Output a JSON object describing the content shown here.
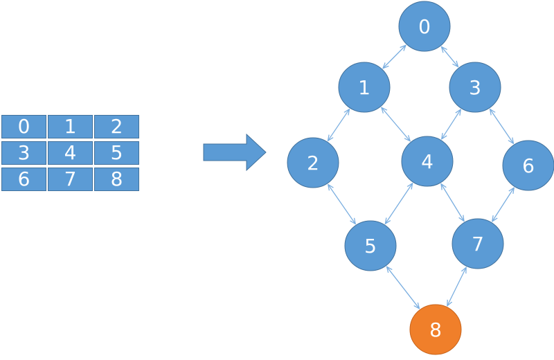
{
  "grid": {
    "cells": [
      "0",
      "1",
      "2",
      "3",
      "4",
      "5",
      "6",
      "7",
      "8"
    ]
  },
  "graph": {
    "nodes": [
      {
        "id": "0",
        "label": "0",
        "color": "#5b9bd5"
      },
      {
        "id": "1",
        "label": "1",
        "color": "#5b9bd5"
      },
      {
        "id": "2",
        "label": "2",
        "color": "#5b9bd5"
      },
      {
        "id": "3",
        "label": "3",
        "color": "#5b9bd5"
      },
      {
        "id": "4",
        "label": "4",
        "color": "#5b9bd5"
      },
      {
        "id": "5",
        "label": "5",
        "color": "#5b9bd5"
      },
      {
        "id": "6",
        "label": "6",
        "color": "#5b9bd5"
      },
      {
        "id": "7",
        "label": "7",
        "color": "#5b9bd5"
      },
      {
        "id": "8",
        "label": "8",
        "color": "#f07f2a"
      }
    ],
    "edges": [
      [
        "0",
        "1"
      ],
      [
        "0",
        "3"
      ],
      [
        "1",
        "2"
      ],
      [
        "1",
        "4"
      ],
      [
        "3",
        "4"
      ],
      [
        "3",
        "6"
      ],
      [
        "2",
        "5"
      ],
      [
        "4",
        "5"
      ],
      [
        "4",
        "7"
      ],
      [
        "6",
        "7"
      ],
      [
        "5",
        "8"
      ],
      [
        "7",
        "8"
      ]
    ],
    "edge_color": "#7aaee0",
    "node_border_color": "#41719c"
  },
  "arrow": {
    "color": "#5b9bd5"
  }
}
